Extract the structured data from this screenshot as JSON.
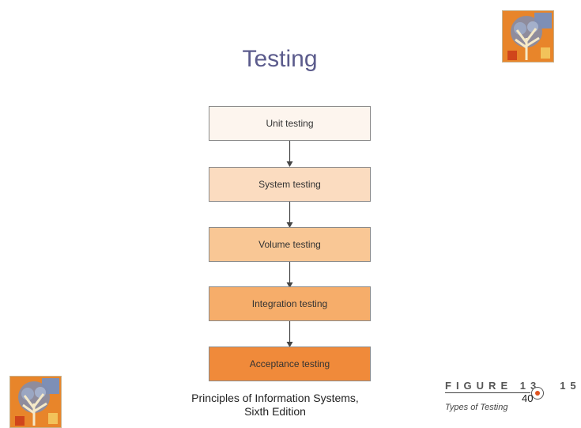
{
  "slide": {
    "title": "Testing",
    "footer_line1": "Principles of Information Systems,",
    "footer_line2": "Sixth Edition",
    "page_number": "40"
  },
  "figure": {
    "label": "FIGURE 13",
    "number": "15",
    "caption": "Types of Testing"
  },
  "flowchart": {
    "steps": [
      {
        "label": "Unit testing",
        "color": "#fdf5ee"
      },
      {
        "label": "System testing",
        "color": "#fbdcc0"
      },
      {
        "label": "Volume testing",
        "color": "#f9c795"
      },
      {
        "label": "Integration testing",
        "color": "#f6ad6a"
      },
      {
        "label": "Acceptance testing",
        "color": "#f08a3a"
      }
    ]
  },
  "icons": {
    "logo": "tree-logo-icon",
    "arrow": "down-arrow-icon"
  }
}
